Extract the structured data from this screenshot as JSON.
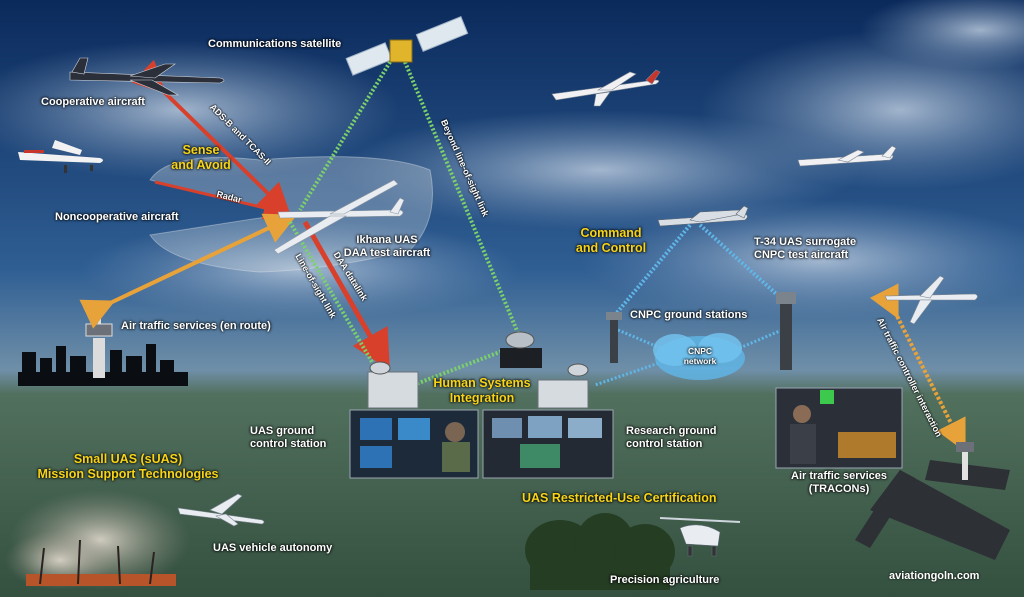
{
  "labels": {
    "satellite": "Communications satellite",
    "cooperative": "Cooperative aircraft",
    "sense_avoid_1": "Sense",
    "sense_avoid_2": "and Avoid",
    "noncooperative": "Noncooperative aircraft",
    "ikhana_1": "Ikhana UAS",
    "ikhana_2": "DAA test aircraft",
    "ats_enroute": "Air traffic services (en route)",
    "command_1": "Command",
    "command_2": "and Control",
    "t34_1": "T-34 UAS surrogate",
    "t34_2": "CNPC test aircraft",
    "cnpc_ground": "CNPC ground stations",
    "cnpc_net_1": "CNPC",
    "cnpc_net_2": "network",
    "hsi_1": "Human Systems",
    "hsi_2": "Integration",
    "uas_gcs_1": "UAS ground",
    "uas_gcs_2": "control station",
    "research_gcs_1": "Research ground",
    "research_gcs_2": "control station",
    "small_uas_1": "Small UAS (sUAS)",
    "small_uas_2": "Mission Support Technologies",
    "vehicle_autonomy": "UAS vehicle autonomy",
    "restricted_cert": "UAS Restricted-Use Certification",
    "precision_ag": "Precision agriculture",
    "ats_tracon_1": "Air traffic services",
    "ats_tracon_2": "(TRACONs)",
    "watermark": "aviationgoln.com"
  },
  "links": {
    "adsb": "ADS-B and TCAS-II",
    "radar": "Radar",
    "blos": "Beyond line-of-sight link",
    "los": "Line-of-sight link",
    "daa": "DAA datalink",
    "atc_interaction": "Air traffic controller interaction"
  },
  "colors": {
    "sky_top": "#0b2a5c",
    "sky_mid": "#2f5e93",
    "ground": "#3c5a48",
    "highlight_text": "#f7d417",
    "link_red": "#d9402c",
    "link_orange": "#e8a23a",
    "link_green": "#7bd16a",
    "link_blue": "#5fb6e8"
  }
}
